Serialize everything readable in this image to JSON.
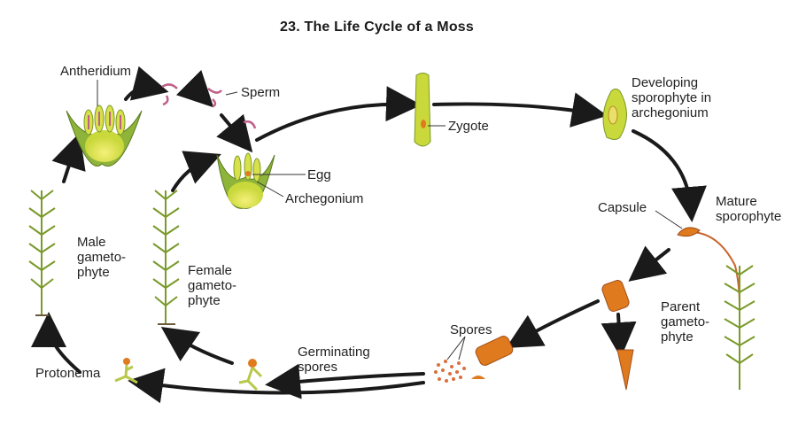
{
  "title": "23.  The Life Cycle of a Moss",
  "labels": {
    "antheridium": "Antheridium",
    "sperm": "Sperm",
    "egg": "Egg",
    "archegonium": "Archegonium",
    "zygote": "Zygote",
    "developing_sporophyte": "Developing\nsporophyte in\narchegonium",
    "capsule": "Capsule",
    "mature_sporophyte": "Mature\nsporophyte",
    "parent_gametophyte": "Parent\ngameto-\nphyte",
    "spores": "Spores",
    "germinating_spores": "Germinating\nspores",
    "protonema": "Protonema",
    "male_gametophyte": "Male\ngameto-\nphyte",
    "female_gametophyte": "Female\ngameto-\nphyte"
  },
  "colors": {
    "plant_green": "#8fb43a",
    "leaf_yellow": "#d8e04a",
    "capsule_orange": "#e07a1e",
    "sperm_pink": "#c0608a",
    "arrow": "#1a1a1a"
  }
}
